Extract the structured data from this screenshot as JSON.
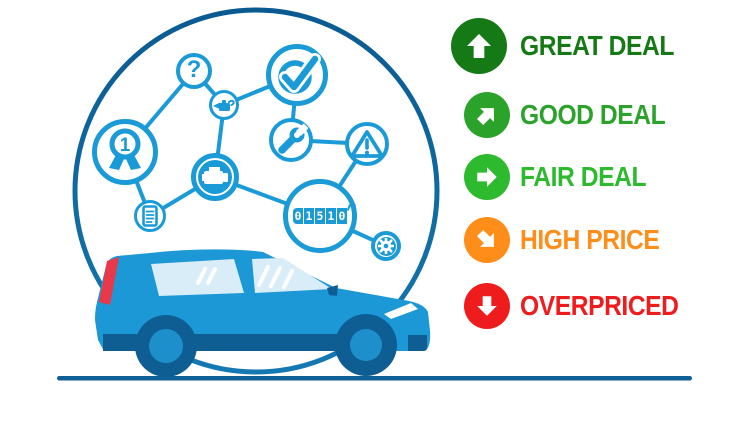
{
  "colors": {
    "icon-blue": "#1b9ad8",
    "ring-top": "#0a5a92",
    "ring-bottom": "#1478b2",
    "car-body": "#1b98d5",
    "car-dark": "#0e5e94",
    "car-window": "#d9edf8",
    "wheel-hub": "#1d8fca",
    "taillight-red": "#e8394a",
    "ground": "#0f5f95",
    "great-deal": "#157a15",
    "good-deal": "#2ba32b",
    "fair-deal": "#2eba2e",
    "high-price": "#ff8d1a",
    "overpriced": "#ee1c1c"
  },
  "legend": {
    "items": [
      {
        "label": "GREAT DEAL",
        "arrow": "up",
        "color": "#157a15"
      },
      {
        "label": "GOOD DEAL",
        "arrow": "up-right",
        "color": "#2ba32b"
      },
      {
        "label": "FAIR DEAL",
        "arrow": "right",
        "color": "#2eba2e"
      },
      {
        "label": "HIGH PRICE",
        "arrow": "down-right",
        "color": "#ff8d1a"
      },
      {
        "label": "OVERPRICED",
        "arrow": "down",
        "color": "#ee1c1c"
      }
    ]
  },
  "illustration": {
    "question_mark": "?",
    "award_rank": "1",
    "odometer_digits": [
      "0",
      "1",
      "5",
      "1",
      "0"
    ],
    "icons": [
      "award-medal",
      "question",
      "oil-can",
      "inspection-check",
      "wrench",
      "warning-triangle",
      "engine",
      "document",
      "odometer",
      "gear"
    ]
  }
}
